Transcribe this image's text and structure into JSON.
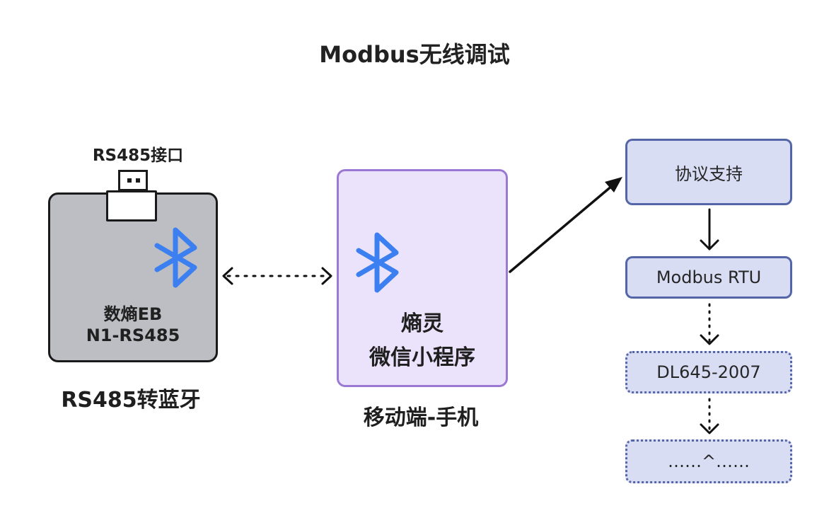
{
  "title": "Modbus无线调试",
  "device": {
    "port_label": "RS485接口",
    "name": "数熵EB",
    "model": "N1-RS485",
    "caption": "RS485转蓝牙",
    "icon": "bluetooth-icon",
    "fill": "#bcbec3"
  },
  "mobile": {
    "line1": "熵灵",
    "line2": "微信小程序",
    "caption": "移动端-手机",
    "icon": "bluetooth-icon",
    "fill": "#ebe3fb",
    "border": "#9a78d4"
  },
  "protocols": [
    {
      "label": "协议支持",
      "style": "solid"
    },
    {
      "label": "Modbus RTU",
      "style": "solid"
    },
    {
      "label": "DL645-2007",
      "style": "dotted"
    },
    {
      "label": "……^……",
      "style": "dotted"
    }
  ],
  "colors": {
    "bluetooth": "#3b7ff0",
    "protocol_fill": "#d9ddf4",
    "protocol_border": "#5566a8"
  }
}
